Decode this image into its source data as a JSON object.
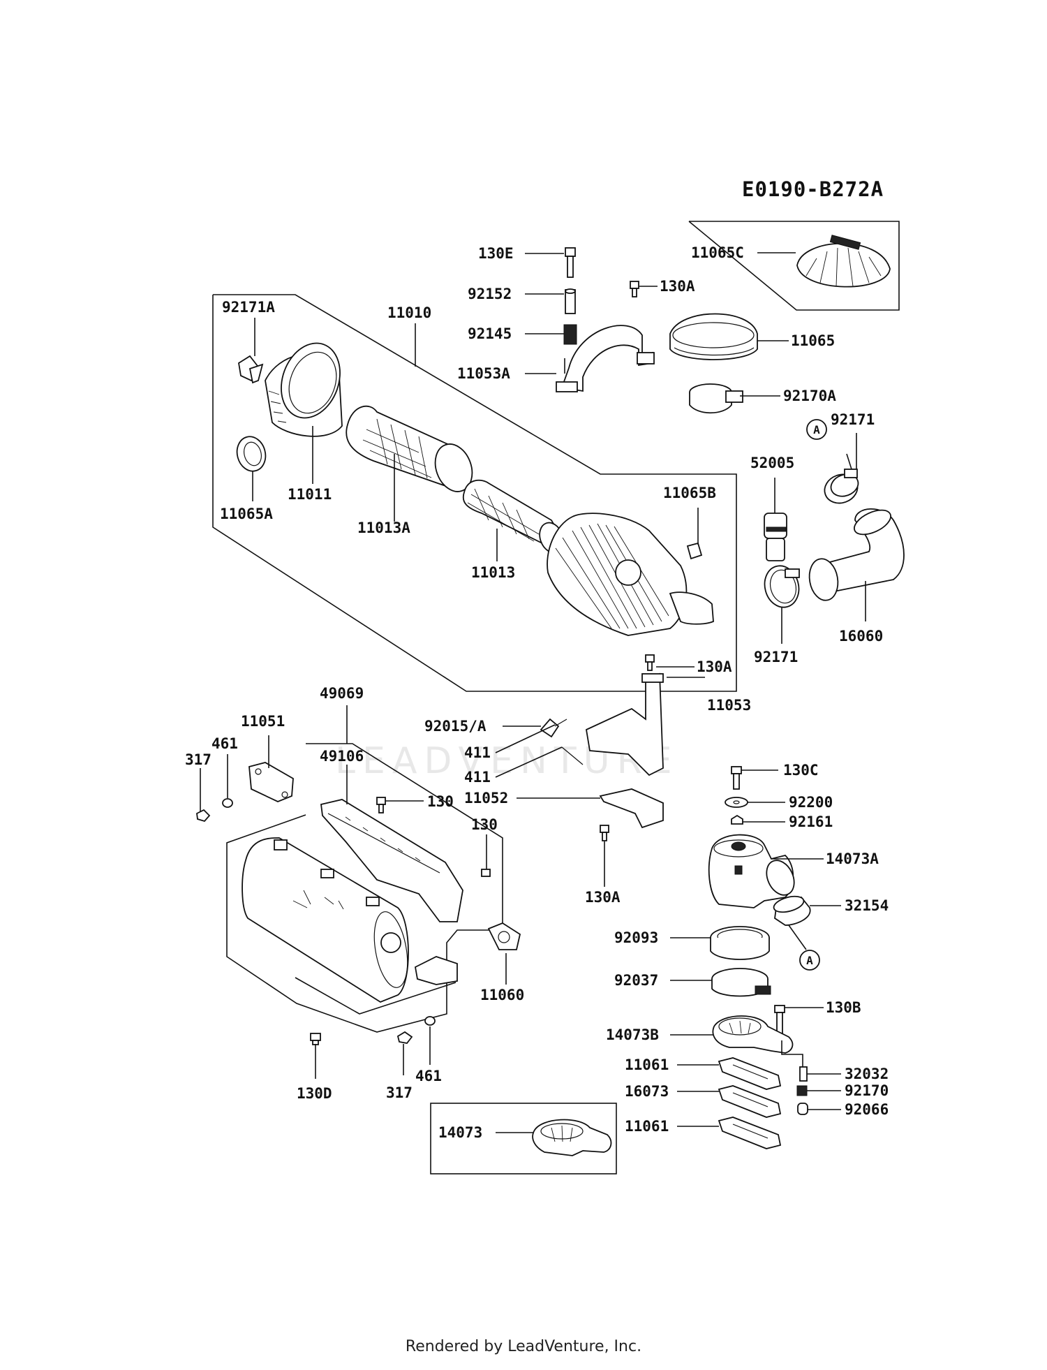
{
  "diagram": {
    "code": "E0190-B272A",
    "watermark": "LEADVENTURE",
    "footer": "Rendered by LeadVenture, Inc.",
    "callouts": [
      {
        "id": "c01",
        "label": "130E"
      },
      {
        "id": "c02",
        "label": "92152"
      },
      {
        "id": "c03",
        "label": "92145"
      },
      {
        "id": "c04",
        "label": "11053A"
      },
      {
        "id": "c05",
        "label": "130A"
      },
      {
        "id": "c06",
        "label": "11065C"
      },
      {
        "id": "c07",
        "label": "11065"
      },
      {
        "id": "c08",
        "label": "92170A"
      },
      {
        "id": "c09",
        "label": "92171"
      },
      {
        "id": "c10",
        "label": "52005"
      },
      {
        "id": "c11",
        "label": "11065B"
      },
      {
        "id": "c12",
        "label": "92171A"
      },
      {
        "id": "c13",
        "label": "11010"
      },
      {
        "id": "c14",
        "label": "11011"
      },
      {
        "id": "c15",
        "label": "11065A"
      },
      {
        "id": "c16",
        "label": "11013A"
      },
      {
        "id": "c17",
        "label": "11013"
      },
      {
        "id": "c18",
        "label": "92171"
      },
      {
        "id": "c19",
        "label": "16060"
      },
      {
        "id": "c20",
        "label": "130A"
      },
      {
        "id": "c21",
        "label": "11053"
      },
      {
        "id": "c22",
        "label": "92015/A"
      },
      {
        "id": "c23",
        "label": "411"
      },
      {
        "id": "c24",
        "label": "411"
      },
      {
        "id": "c25",
        "label": "11052"
      },
      {
        "id": "c26",
        "label": "130A"
      },
      {
        "id": "c27",
        "label": "49069"
      },
      {
        "id": "c28",
        "label": "11051"
      },
      {
        "id": "c29",
        "label": "461"
      },
      {
        "id": "c30",
        "label": "317"
      },
      {
        "id": "c31",
        "label": "49106"
      },
      {
        "id": "c32",
        "label": "130"
      },
      {
        "id": "c33",
        "label": "130"
      },
      {
        "id": "c34",
        "label": "130C"
      },
      {
        "id": "c35",
        "label": "92200"
      },
      {
        "id": "c36",
        "label": "92161"
      },
      {
        "id": "c37",
        "label": "14073A"
      },
      {
        "id": "c38",
        "label": "32154"
      },
      {
        "id": "c39",
        "label": "92093"
      },
      {
        "id": "c40",
        "label": "92037"
      },
      {
        "id": "c41",
        "label": "130B"
      },
      {
        "id": "c42",
        "label": "14073B"
      },
      {
        "id": "c43",
        "label": "11061"
      },
      {
        "id": "c44",
        "label": "32032"
      },
      {
        "id": "c45",
        "label": "16073"
      },
      {
        "id": "c46",
        "label": "92170"
      },
      {
        "id": "c47",
        "label": "92066"
      },
      {
        "id": "c48",
        "label": "11061"
      },
      {
        "id": "c49",
        "label": "14073"
      },
      {
        "id": "c50",
        "label": "11060"
      },
      {
        "id": "c51",
        "label": "130D"
      },
      {
        "id": "c52",
        "label": "317"
      },
      {
        "id": "c53",
        "label": "461"
      }
    ],
    "connector_marks": [
      {
        "id": "m1",
        "label": "A"
      },
      {
        "id": "m2",
        "label": "A"
      }
    ]
  }
}
